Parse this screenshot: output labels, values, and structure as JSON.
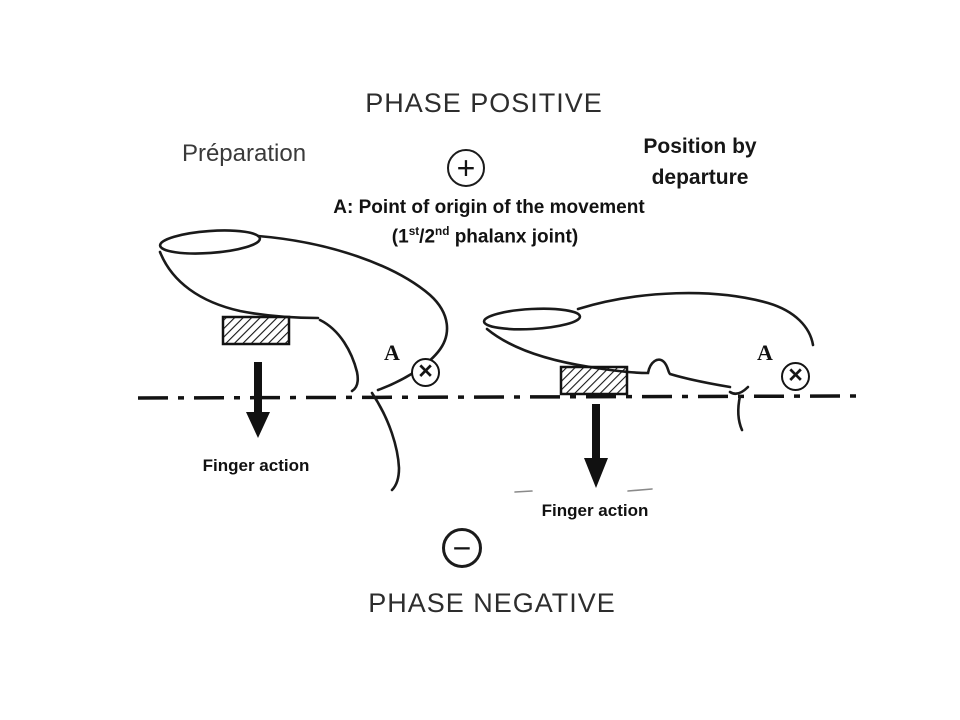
{
  "diagram": {
    "title_top": "PHASE POSITIVE",
    "title_bottom": "PHASE NEGATIVE",
    "preparation": "Préparation",
    "position_by_departure": "Position by departure",
    "origin_note_line1": "A: Point of origin of the movement",
    "origin_note": {
      "open": "(1",
      "sup1": "st",
      "mid": "/2",
      "sup2": "nd",
      "close": " phalanx joint)"
    },
    "symbols": {
      "plus": "+",
      "minus": "−",
      "cross": "×",
      "point_a": "A"
    },
    "finger_action_left": "Finger action",
    "finger_action_right": "Finger action",
    "colors": {
      "ink": "#1a1a1a",
      "background": "#ffffff"
    }
  }
}
